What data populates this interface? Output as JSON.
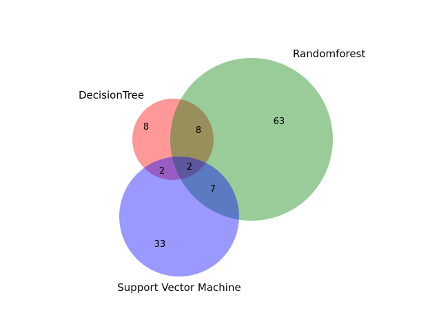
{
  "sets": [
    {
      "id": "decision_tree",
      "name": "DecisionTree",
      "color": "#ff0000"
    },
    {
      "id": "random_forest",
      "name": "Randomforest",
      "color": "#008000"
    },
    {
      "id": "svm",
      "name": "Support Vector Machine",
      "color": "#0000ff"
    }
  ],
  "region_counts": {
    "decision_tree_only": "8",
    "random_forest_only": "63",
    "svm_only": "33",
    "decision_tree_and_random_forest": "8",
    "decision_tree_and_svm": "2",
    "random_forest_and_svm": "7",
    "all_three": "2"
  },
  "fill_opacity": 0.4
}
